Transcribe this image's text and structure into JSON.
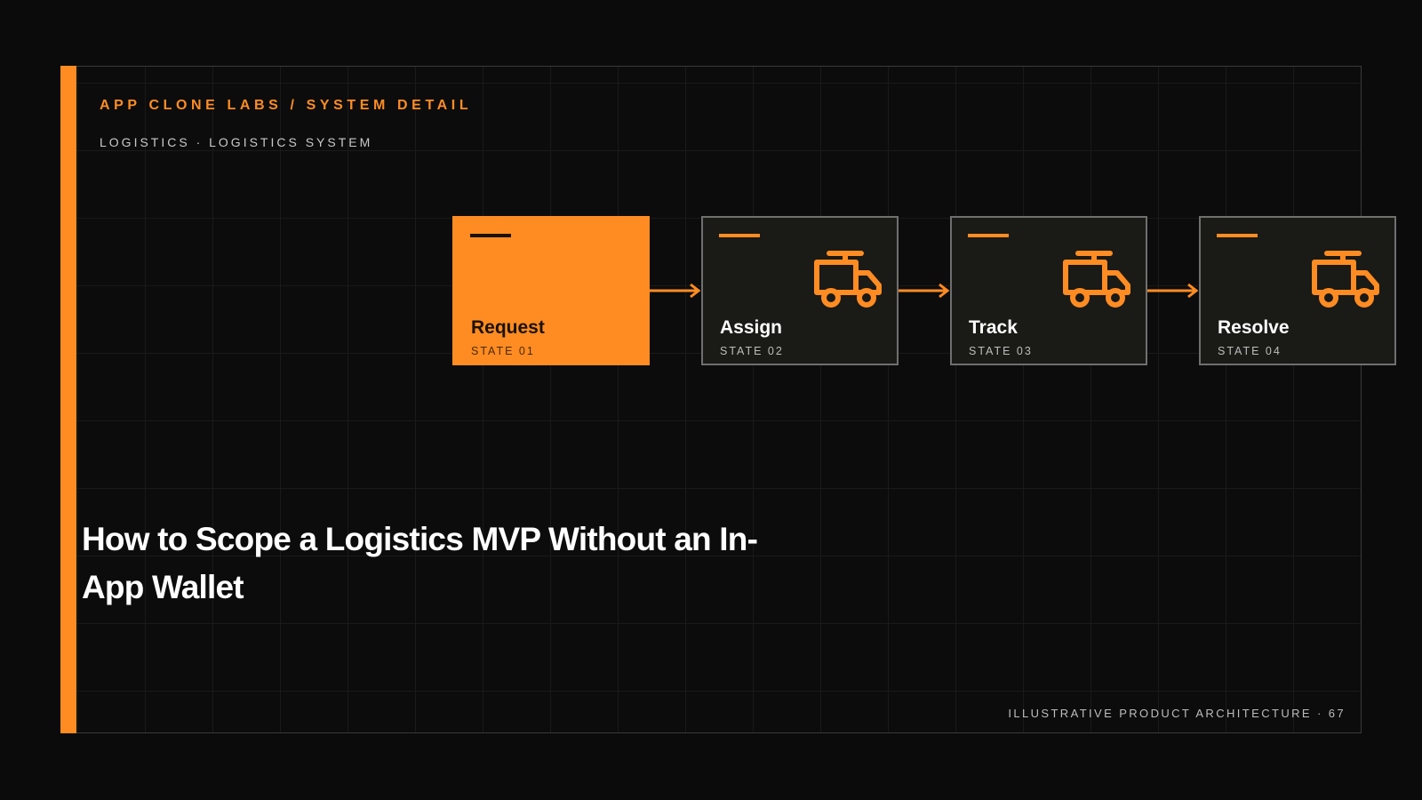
{
  "header": {
    "eyebrow": "APP CLONE LABS / SYSTEM DETAIL",
    "subtitle": "LOGISTICS · LOGISTICS SYSTEM"
  },
  "flow": {
    "nodes": [
      {
        "label": "Request",
        "state": "STATE 01",
        "active": true,
        "icon": "truck-icon"
      },
      {
        "label": "Assign",
        "state": "STATE 02",
        "active": false,
        "icon": "truck-icon"
      },
      {
        "label": "Track",
        "state": "STATE 03",
        "active": false,
        "icon": "truck-icon"
      },
      {
        "label": "Resolve",
        "state": "STATE 04",
        "active": false,
        "icon": "truck-icon"
      }
    ],
    "connector_icon": "arrow-right-icon"
  },
  "headline": "How to Scope a Logistics MVP Without an In-App Wallet",
  "footer": "ILLUSTRATIVE PRODUCT ARCHITECTURE · 67",
  "colors": {
    "accent": "#ff8c22",
    "background": "#0b0b0b",
    "node_fill": "#1a1a17",
    "node_border": "#6f6f6f",
    "text": "#ffffff"
  }
}
